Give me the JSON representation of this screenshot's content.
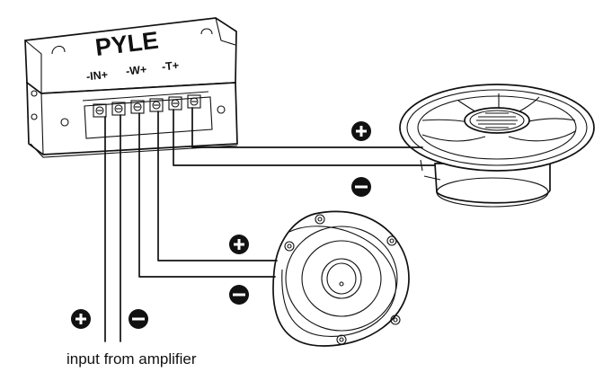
{
  "crossover": {
    "brand": "PYLE",
    "terminal_labels": [
      "-IN+",
      "-W+",
      "-T+"
    ]
  },
  "woofer_wires": {
    "positive_label": "+",
    "negative_label": "−"
  },
  "tweeter_wires": {
    "positive_label": "+",
    "negative_label": "−"
  },
  "input_wires": {
    "positive_label": "+",
    "negative_label": "−",
    "caption": "input from amplifier"
  },
  "colors": {
    "line": "#111111",
    "background": "#ffffff"
  }
}
